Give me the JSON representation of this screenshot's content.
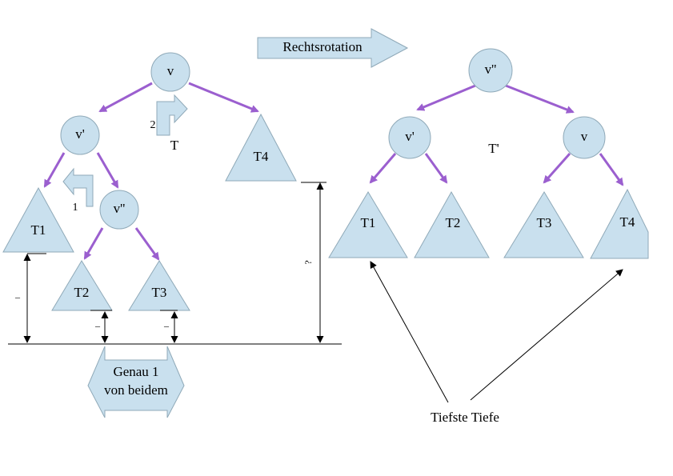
{
  "colors": {
    "fill": "#c9e0ee",
    "stroke": "#8fa9b8",
    "edge": "#9b5fcf",
    "line": "#000000"
  },
  "rotation_arrow": {
    "label": "Rechtsrotation"
  },
  "left_tree": {
    "nodes": {
      "v": "v",
      "v1": "v'",
      "v2": "v''"
    },
    "subtrees": {
      "t1": "T1",
      "t2": "T2",
      "t3": "T3",
      "t4": "T4"
    },
    "turn_markers": [
      {
        "number": "1"
      },
      {
        "number": "2",
        "caption": "T"
      }
    ],
    "height_marks": {
      "t1": "–",
      "t2": "–",
      "t3": "–",
      "t4": "?"
    }
  },
  "bottom_arrow": {
    "line1": "Genau 1",
    "line2": "von beidem"
  },
  "right_tree": {
    "label": "T'",
    "nodes": {
      "root": "v''",
      "left": "v'",
      "right": "v"
    },
    "subtrees": {
      "t1": "T1",
      "t2": "T2",
      "t3": "T3",
      "t4": "T4"
    }
  },
  "depth_caption": "Tiefste Tiefe"
}
